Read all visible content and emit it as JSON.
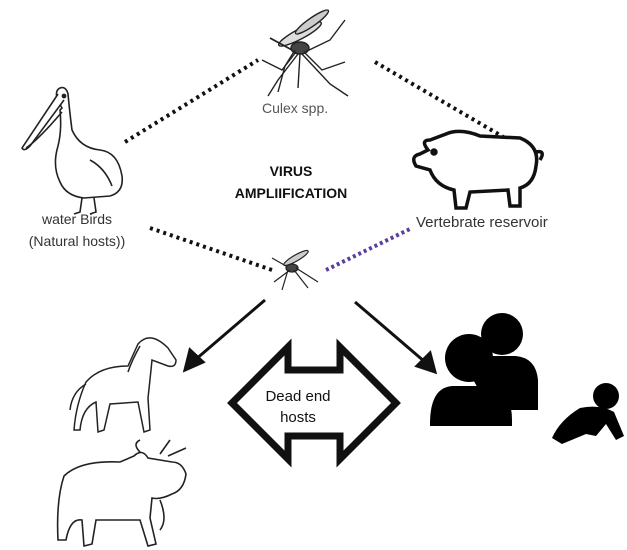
{
  "labels": {
    "vector": "Culex spp.",
    "amplification_line1": "VIRUS",
    "amplification_line2": "AMPLIIFICATION",
    "birds_line1": "water Birds",
    "birds_line2": "(Natural hosts))",
    "reservoir": "Vertebrate reservoir",
    "dead_end_line1": "Dead end",
    "dead_end_line2": "hosts"
  },
  "icons": [
    "mosquito-icon",
    "pelican-icon",
    "pig-icon",
    "small-mosquito-icon",
    "horse-icon",
    "cattle-icon",
    "people-icon",
    "baby-icon"
  ],
  "colors": {
    "line": "#111111",
    "reservoir_link": "#5a3fa0"
  }
}
